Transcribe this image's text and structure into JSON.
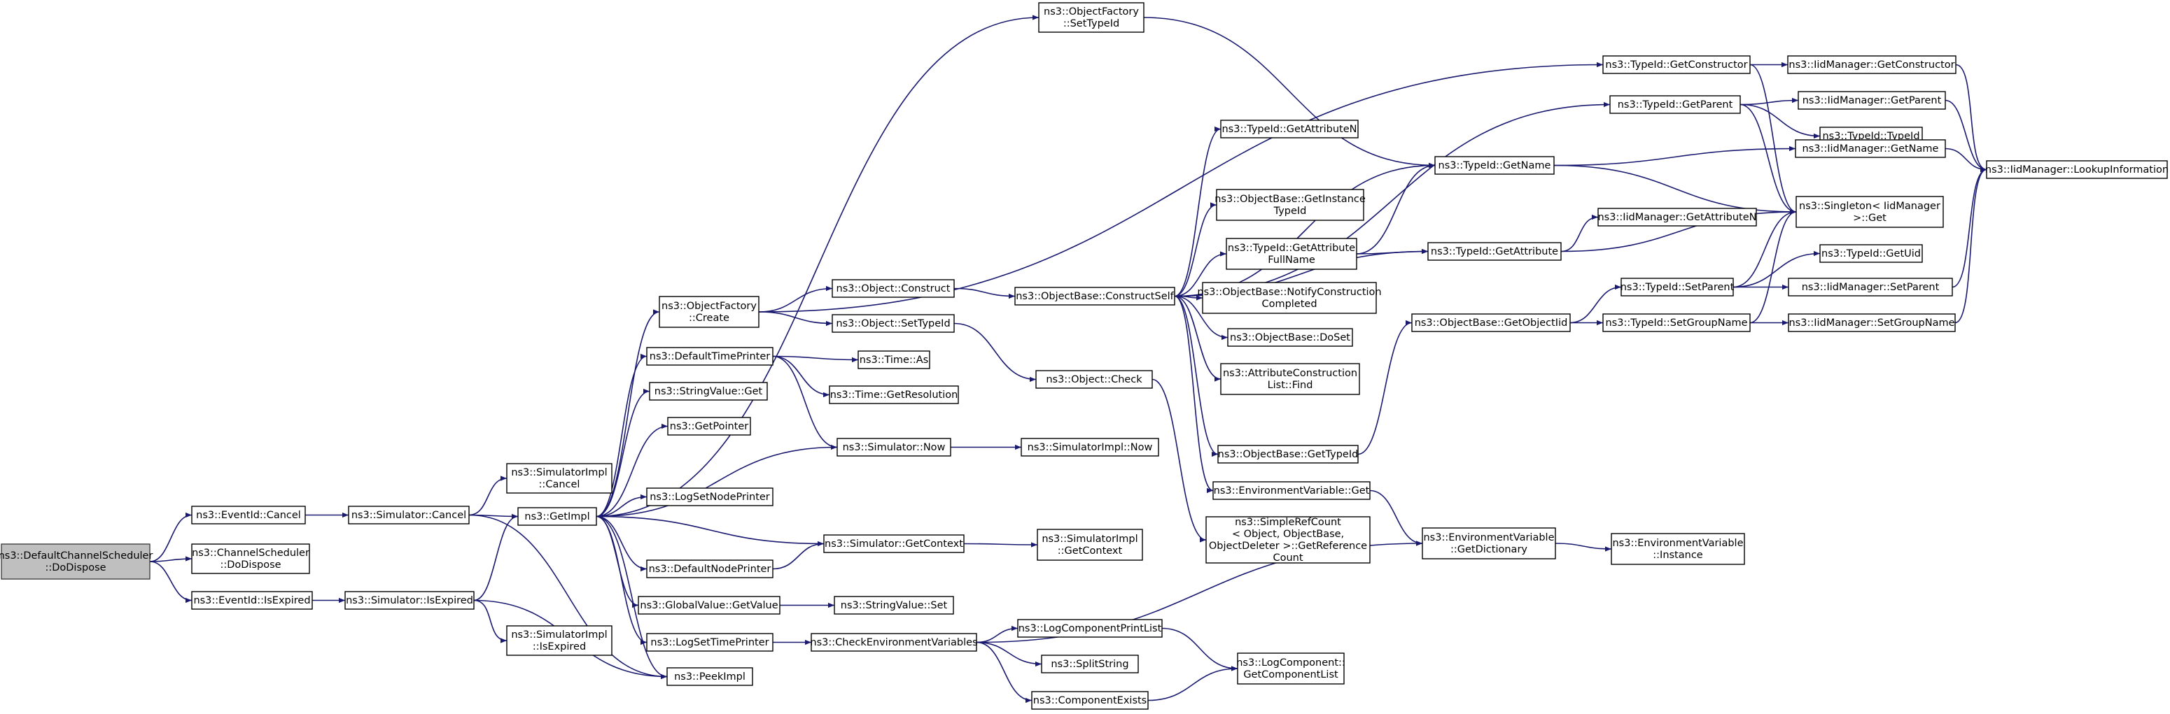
{
  "nodes": [
    {
      "id": "root",
      "lines": [
        "ns3::DefaultChannelScheduler",
        "::DoDispose"
      ],
      "root": true
    },
    {
      "id": "evcancel",
      "lines": [
        "ns3::EventId::Cancel"
      ]
    },
    {
      "id": "chsched",
      "lines": [
        "ns3::ChannelScheduler",
        "::DoDispose"
      ]
    },
    {
      "id": "evexpired",
      "lines": [
        "ns3::EventId::IsExpired"
      ]
    },
    {
      "id": "simcancel",
      "lines": [
        "ns3::Simulator::Cancel"
      ]
    },
    {
      "id": "simexpired",
      "lines": [
        "ns3::Simulator::IsExpired"
      ]
    },
    {
      "id": "implcancel",
      "lines": [
        "ns3::SimulatorImpl",
        "::Cancel"
      ]
    },
    {
      "id": "getimpl",
      "lines": [
        "ns3::GetImpl"
      ]
    },
    {
      "id": "implexpired",
      "lines": [
        "ns3::SimulatorImpl",
        "::IsExpired"
      ]
    },
    {
      "id": "peekimpl",
      "lines": [
        "ns3::PeekImpl"
      ]
    },
    {
      "id": "ofcreate",
      "lines": [
        "ns3::ObjectFactory",
        "::Create"
      ]
    },
    {
      "id": "deftimeprinter",
      "lines": [
        "ns3::DefaultTimePrinter"
      ]
    },
    {
      "id": "strvalget",
      "lines": [
        "ns3::StringValue::Get"
      ]
    },
    {
      "id": "getpointer",
      "lines": [
        "ns3::GetPointer"
      ]
    },
    {
      "id": "logsetnodeprinter",
      "lines": [
        "ns3::LogSetNodePrinter"
      ]
    },
    {
      "id": "defnodeprinter",
      "lines": [
        "ns3::DefaultNodePrinter"
      ]
    },
    {
      "id": "gvgetvalue",
      "lines": [
        "ns3::GlobalValue::GetValue"
      ]
    },
    {
      "id": "logsettimeprinter",
      "lines": [
        "ns3::LogSetTimePrinter"
      ]
    },
    {
      "id": "ofsettypeid",
      "lines": [
        "ns3::ObjectFactory",
        "::SetTypeId"
      ]
    },
    {
      "id": "objconstruct",
      "lines": [
        "ns3::Object::Construct"
      ]
    },
    {
      "id": "objsettypeid",
      "lines": [
        "ns3::Object::SetTypeId"
      ]
    },
    {
      "id": "timeas",
      "lines": [
        "ns3::Time::As"
      ]
    },
    {
      "id": "timegetres",
      "lines": [
        "ns3::Time::GetResolution"
      ]
    },
    {
      "id": "simnow",
      "lines": [
        "ns3::Simulator::Now"
      ]
    },
    {
      "id": "simgetcontext",
      "lines": [
        "ns3::Simulator::GetContext"
      ]
    },
    {
      "id": "strvalset",
      "lines": [
        "ns3::StringValue::Set"
      ]
    },
    {
      "id": "checkenv",
      "lines": [
        "ns3::CheckEnvironmentVariables"
      ]
    },
    {
      "id": "objbaseconstructself",
      "lines": [
        "ns3::ObjectBase::ConstructSelf"
      ]
    },
    {
      "id": "objcheck",
      "lines": [
        "ns3::Object::Check"
      ]
    },
    {
      "id": "implnow",
      "lines": [
        "ns3::SimulatorImpl::Now"
      ]
    },
    {
      "id": "implgetcontext",
      "lines": [
        "ns3::SimulatorImpl",
        "::GetContext"
      ]
    },
    {
      "id": "logcompprintlist",
      "lines": [
        "ns3::LogComponentPrintList"
      ]
    },
    {
      "id": "splitstring",
      "lines": [
        "ns3::SplitString"
      ]
    },
    {
      "id": "compexists",
      "lines": [
        "ns3::ComponentExists"
      ]
    },
    {
      "id": "tidgetattrn",
      "lines": [
        "ns3::TypeId::GetAttributeN"
      ]
    },
    {
      "id": "objbasegetinstancetid",
      "lines": [
        "ns3::ObjectBase::GetInstance",
        "TypeId"
      ]
    },
    {
      "id": "tidgetattrfullname",
      "lines": [
        "ns3::TypeId::GetAttribute",
        "FullName"
      ]
    },
    {
      "id": "objbasenotify",
      "lines": [
        "ns3::ObjectBase::NotifyConstruction",
        "Completed"
      ]
    },
    {
      "id": "objbasedoset",
      "lines": [
        "ns3::ObjectBase::DoSet"
      ]
    },
    {
      "id": "attrconstructfind",
      "lines": [
        "ns3::AttributeConstruction",
        "List::Find"
      ]
    },
    {
      "id": "objbasegettypeid",
      "lines": [
        "ns3::ObjectBase::GetTypeId"
      ]
    },
    {
      "id": "envget",
      "lines": [
        "ns3::EnvironmentVariable::Get"
      ]
    },
    {
      "id": "simplerefcount",
      "lines": [
        "ns3::SimpleRefCount",
        "< Object, ObjectBase,",
        "ObjectDeleter >::GetReference",
        "Count"
      ]
    },
    {
      "id": "logcompgetlist",
      "lines": [
        "ns3::LogComponent::",
        "GetComponentList"
      ]
    },
    {
      "id": "tidgetname",
      "lines": [
        "ns3::TypeId::GetName"
      ]
    },
    {
      "id": "tidgetattr",
      "lines": [
        "ns3::TypeId::GetAttribute"
      ]
    },
    {
      "id": "objbasegetobjectiid",
      "lines": [
        "ns3::ObjectBase::GetObjectIid"
      ]
    },
    {
      "id": "envgetdict",
      "lines": [
        "ns3::EnvironmentVariable",
        "::GetDictionary"
      ]
    },
    {
      "id": "tidgetconstructor",
      "lines": [
        "ns3::TypeId::GetConstructor"
      ]
    },
    {
      "id": "tidgetparent",
      "lines": [
        "ns3::TypeId::GetParent"
      ]
    },
    {
      "id": "tidsetparent",
      "lines": [
        "ns3::TypeId::SetParent"
      ]
    },
    {
      "id": "tidsetgroupname",
      "lines": [
        "ns3::TypeId::SetGroupName"
      ]
    },
    {
      "id": "envinstance",
      "lines": [
        "ns3::EnvironmentVariable",
        "::Instance"
      ]
    },
    {
      "id": "iidgetconstructor",
      "lines": [
        "ns3::IidManager::GetConstructor"
      ]
    },
    {
      "id": "iidgetparent",
      "lines": [
        "ns3::IidManager::GetParent"
      ]
    },
    {
      "id": "tidtypeid",
      "lines": [
        "ns3::TypeId::TypeId"
      ]
    },
    {
      "id": "iidgetname",
      "lines": [
        "ns3::IidManager::GetName"
      ]
    },
    {
      "id": "iidgetattrn",
      "lines": [
        "ns3::IidManager::GetAttributeN"
      ]
    },
    {
      "id": "singletonget",
      "lines": [
        "ns3::Singleton< IidManager",
        " >::Get"
      ]
    },
    {
      "id": "tidgetuid",
      "lines": [
        "ns3::TypeId::GetUid"
      ]
    },
    {
      "id": "iidsetparent",
      "lines": [
        "ns3::IidManager::SetParent"
      ]
    },
    {
      "id": "iidsetgroupname",
      "lines": [
        "ns3::IidManager::SetGroupName"
      ]
    },
    {
      "id": "iidlookupinfo",
      "lines": [
        "ns3::IidManager::LookupInformation"
      ]
    }
  ],
  "edges": [
    [
      "root",
      "evcancel"
    ],
    [
      "root",
      "chsched"
    ],
    [
      "root",
      "evexpired"
    ],
    [
      "evcancel",
      "simcancel"
    ],
    [
      "evexpired",
      "simexpired"
    ],
    [
      "simcancel",
      "implcancel"
    ],
    [
      "simcancel",
      "getimpl"
    ],
    [
      "simcancel",
      "peekimpl"
    ],
    [
      "simexpired",
      "getimpl"
    ],
    [
      "simexpired",
      "implexpired"
    ],
    [
      "simexpired",
      "peekimpl"
    ],
    [
      "getimpl",
      "ofcreate"
    ],
    [
      "getimpl",
      "deftimeprinter"
    ],
    [
      "getimpl",
      "strvalget"
    ],
    [
      "getimpl",
      "getpointer"
    ],
    [
      "getimpl",
      "logsetnodeprinter"
    ],
    [
      "getimpl",
      "defnodeprinter"
    ],
    [
      "getimpl",
      "gvgetvalue"
    ],
    [
      "getimpl",
      "logsettimeprinter"
    ],
    [
      "getimpl",
      "ofsettypeid"
    ],
    [
      "getimpl",
      "peekimpl"
    ],
    [
      "ofcreate",
      "objconstruct"
    ],
    [
      "ofcreate",
      "objsettypeid"
    ],
    [
      "ofcreate",
      "tidgetconstructor"
    ],
    [
      "deftimeprinter",
      "timeas"
    ],
    [
      "deftimeprinter",
      "timegetres"
    ],
    [
      "deftimeprinter",
      "simnow"
    ],
    [
      "simnow",
      "getimpl"
    ],
    [
      "simnow",
      "implnow"
    ],
    [
      "defnodeprinter",
      "simgetcontext"
    ],
    [
      "simgetcontext",
      "getimpl"
    ],
    [
      "simgetcontext",
      "implgetcontext"
    ],
    [
      "gvgetvalue",
      "strvalset"
    ],
    [
      "logsettimeprinter",
      "checkenv"
    ],
    [
      "checkenv",
      "envgetdict"
    ],
    [
      "checkenv",
      "logcompprintlist"
    ],
    [
      "checkenv",
      "splitstring"
    ],
    [
      "checkenv",
      "compexists"
    ],
    [
      "logcompprintlist",
      "logcompgetlist"
    ],
    [
      "compexists",
      "logcompgetlist"
    ],
    [
      "objconstruct",
      "objbaseconstructself"
    ],
    [
      "objsettypeid",
      "objcheck"
    ],
    [
      "objcheck",
      "simplerefcount"
    ],
    [
      "ofsettypeid",
      "tidgetname"
    ],
    [
      "objbaseconstructself",
      "tidgetattrn"
    ],
    [
      "objbaseconstructself",
      "objbasegetinstancetid"
    ],
    [
      "objbaseconstructself",
      "tidgetattrfullname"
    ],
    [
      "objbaseconstructself",
      "objbasenotify"
    ],
    [
      "objbaseconstructself",
      "objbasedoset"
    ],
    [
      "objbaseconstructself",
      "attrconstructfind"
    ],
    [
      "objbaseconstructself",
      "objbasegettypeid"
    ],
    [
      "objbaseconstructself",
      "envget"
    ],
    [
      "objbaseconstructself",
      "tidgetparent"
    ],
    [
      "objbaseconstructself",
      "tidgetname"
    ],
    [
      "objbaseconstructself",
      "tidgetattr"
    ],
    [
      "tidgetattrfullname",
      "tidgetname"
    ],
    [
      "tidgetattrfullname",
      "tidgetattr"
    ],
    [
      "objbasegettypeid",
      "objbasegetobjectiid"
    ],
    [
      "envget",
      "envgetdict"
    ],
    [
      "objbasegetobjectiid",
      "tidsetparent"
    ],
    [
      "objbasegetobjectiid",
      "tidsetgroupname"
    ],
    [
      "envgetdict",
      "envinstance"
    ],
    [
      "tidgetname",
      "iidgetname"
    ],
    [
      "tidgetname",
      "singletonget"
    ],
    [
      "tidgetattr",
      "iidgetattrn"
    ],
    [
      "tidgetattr",
      "singletonget"
    ],
    [
      "tidgetconstructor",
      "iidgetconstructor"
    ],
    [
      "tidgetconstructor",
      "singletonget"
    ],
    [
      "tidgetparent",
      "iidgetparent"
    ],
    [
      "tidgetparent",
      "tidtypeid"
    ],
    [
      "tidgetparent",
      "singletonget"
    ],
    [
      "tidsetparent",
      "tidgetuid"
    ],
    [
      "tidsetparent",
      "iidsetparent"
    ],
    [
      "tidsetparent",
      "singletonget"
    ],
    [
      "tidsetgroupname",
      "iidsetgroupname"
    ],
    [
      "tidsetgroupname",
      "singletonget"
    ],
    [
      "iidgetconstructor",
      "iidlookupinfo"
    ],
    [
      "iidgetparent",
      "iidlookupinfo"
    ],
    [
      "iidgetname",
      "iidlookupinfo"
    ],
    [
      "iidsetparent",
      "iidlookupinfo"
    ],
    [
      "iidsetgroupname",
      "iidlookupinfo"
    ]
  ]
}
